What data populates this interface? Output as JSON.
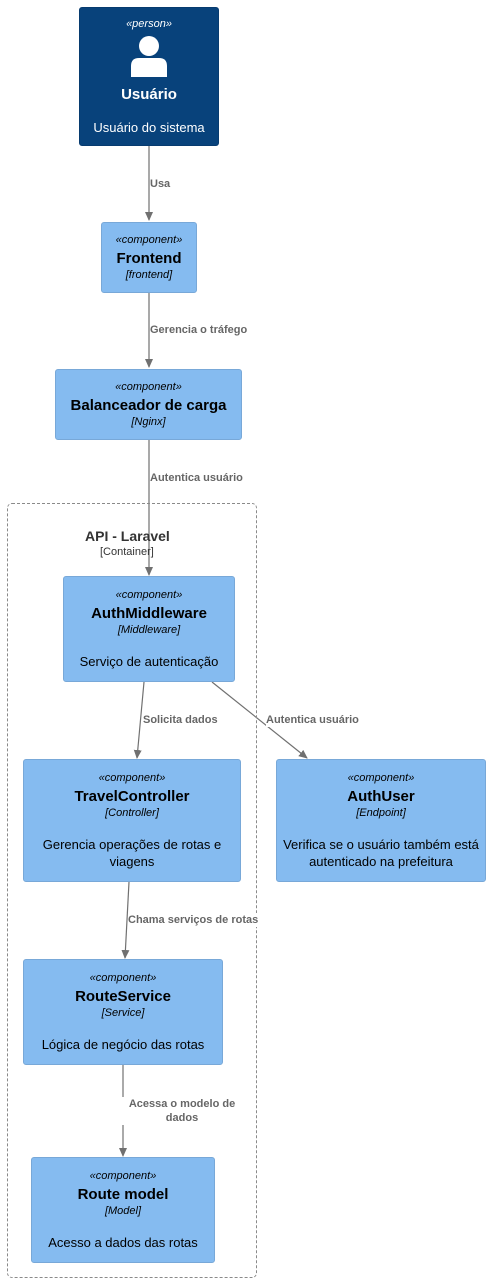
{
  "boundary": {
    "title": "API - Laravel",
    "type": "[Container]"
  },
  "nodes": {
    "usuario": {
      "stereotype": "«person»",
      "title": "Usuário",
      "description": "Usuário do sistema"
    },
    "frontend": {
      "stereotype": "«component»",
      "title": "Frontend",
      "technology": "[frontend]"
    },
    "balanceador": {
      "stereotype": "«component»",
      "title": "Balanceador de carga",
      "technology": "[Nginx]"
    },
    "authmiddleware": {
      "stereotype": "«component»",
      "title": "AuthMiddleware",
      "technology": "[Middleware]",
      "description": "Serviço de autenticação"
    },
    "travelcontroller": {
      "stereotype": "«component»",
      "title": "TravelController",
      "technology": "[Controller]",
      "description": "Gerencia operações de rotas e viagens"
    },
    "authuser": {
      "stereotype": "«component»",
      "title": "AuthUser",
      "technology": "[Endpoint]",
      "description": "Verifica se o usuário também está autenticado na prefeitura"
    },
    "routeservice": {
      "stereotype": "«component»",
      "title": "RouteService",
      "technology": "[Service]",
      "description": "Lógica de negócio das rotas"
    },
    "routemodel": {
      "stereotype": "«component»",
      "title": "Route model",
      "technology": "[Model]",
      "description": "Acesso a dados das rotas"
    }
  },
  "edges": {
    "usa": {
      "label": "Usa"
    },
    "gerencia": {
      "label": "Gerencia o tráfego"
    },
    "autentica1": {
      "label": "Autentica usuário"
    },
    "solicita": {
      "label": "Solicita dados"
    },
    "autentica2": {
      "label": "Autentica usuário"
    },
    "chama": {
      "label": "Chama serviços de rotas"
    },
    "acessa": {
      "label": "Acessa o modelo de dados"
    }
  },
  "colors": {
    "person": "#08427b",
    "component": "#85bbf0",
    "edge": "#707070",
    "boundary": "#8a8a8a"
  }
}
